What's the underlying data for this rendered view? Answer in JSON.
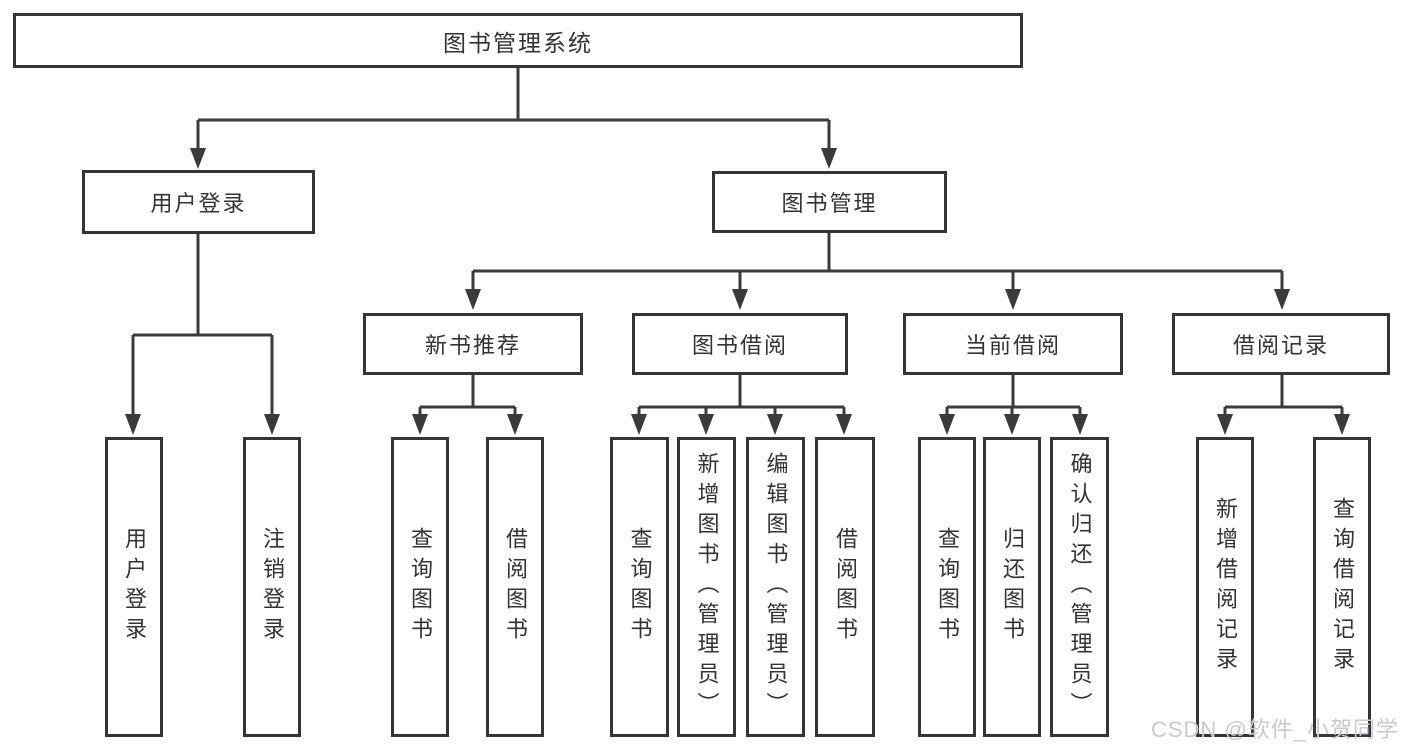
{
  "diagram": {
    "title": "图书管理系统",
    "root": {
      "label": "图书管理系统"
    },
    "branches": [
      {
        "label": "用户登录",
        "children": [
          {
            "label": "用户登录"
          },
          {
            "label": "注销登录"
          }
        ]
      },
      {
        "label": "图书管理",
        "children": [
          {
            "label": "新书推荐",
            "children": [
              {
                "label": "查询图书"
              },
              {
                "label": "借阅图书"
              }
            ]
          },
          {
            "label": "图书借阅",
            "children": [
              {
                "label": "查询图书"
              },
              {
                "label": "新增图书（管理员）"
              },
              {
                "label": "编辑图书（管理员）"
              },
              {
                "label": "借阅图书"
              }
            ]
          },
          {
            "label": "当前借阅",
            "children": [
              {
                "label": "查询图书"
              },
              {
                "label": "归还图书"
              },
              {
                "label": "确认归还（管理员）"
              }
            ]
          },
          {
            "label": "借阅记录",
            "children": [
              {
                "label": "新增借阅记录"
              },
              {
                "label": "查询借阅记录"
              }
            ]
          }
        ]
      }
    ]
  },
  "watermark": "CSDN @软件_小贺同学",
  "colors": {
    "line": "#3b3b3b",
    "box_border": "#353535",
    "text": "#333333",
    "watermark": "#c6cad0",
    "background": "#ffffff"
  }
}
